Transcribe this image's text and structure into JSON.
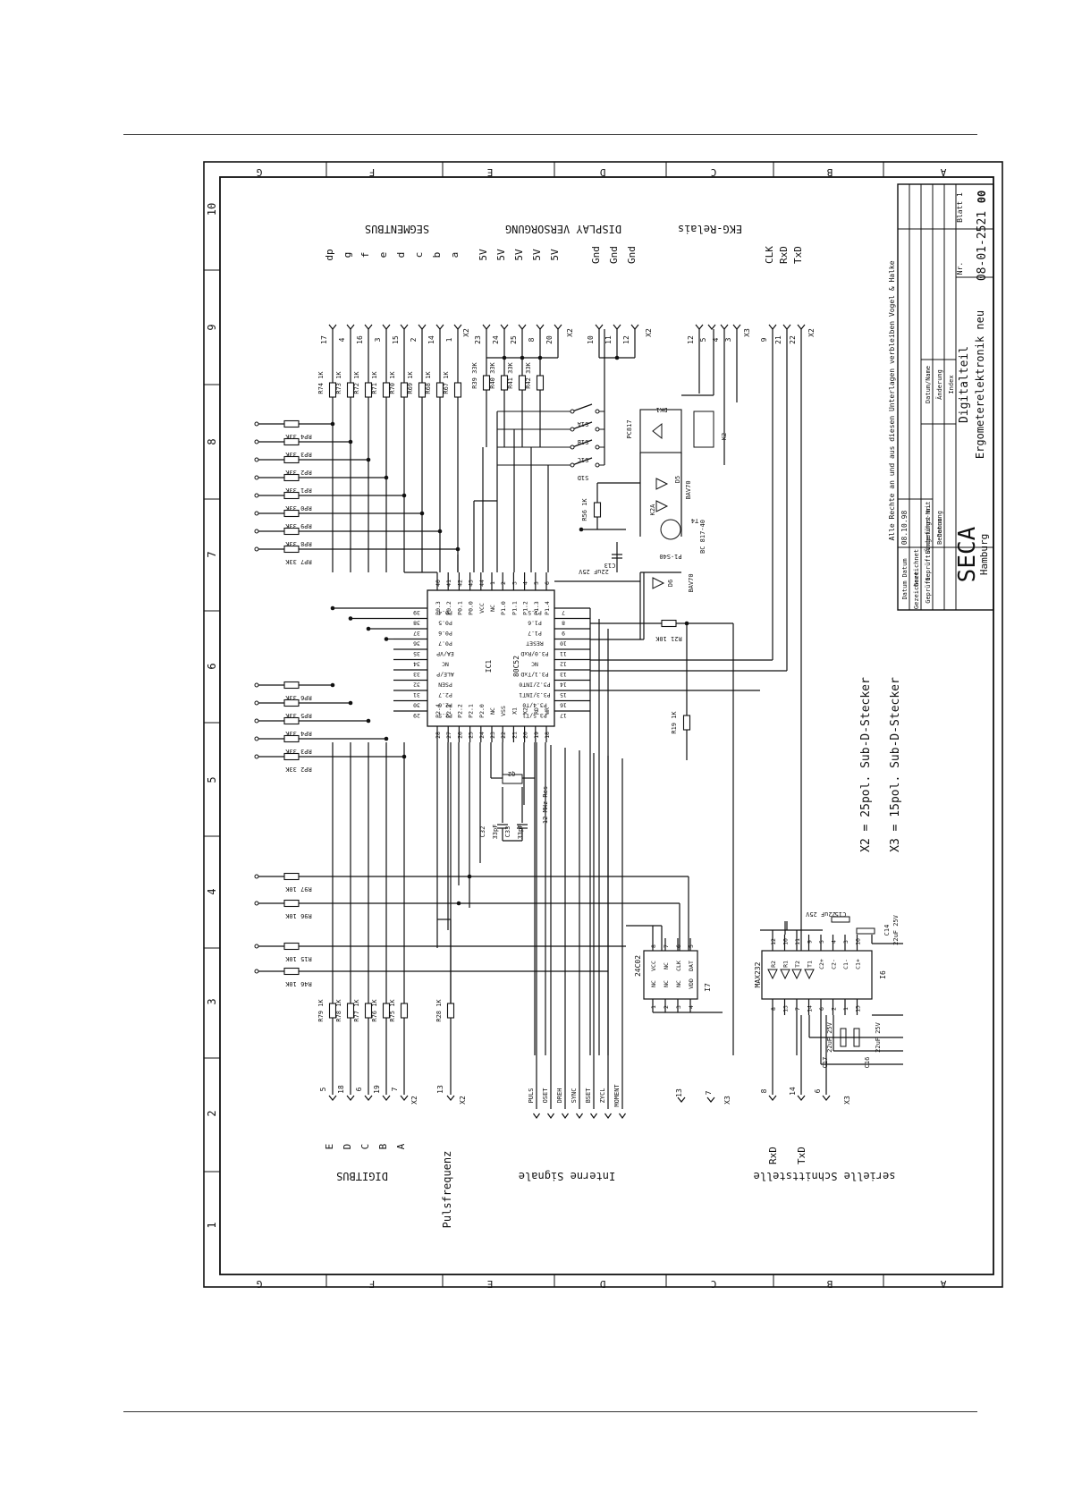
{
  "title_block": {
    "rights_notice": "Alle Rechte an und aus diesen Unterlagen verbleiben Vogel & Halke",
    "company": "SECA",
    "city": "Hamburg",
    "drawing_title": "Digitalteil",
    "drawing_subtitle": "Ergometerelektronik neu",
    "drawing_number": "08-01-2521",
    "drawing_number_suffix": "00",
    "nr_label": "Nr.",
    "sheet": "Blatt 1",
    "date_value": "08.10.98",
    "row_labels": [
      "Datum",
      "Gezeichnet",
      "Geprüft",
      "Datum",
      "Gezeichnet",
      "Geprüft"
    ],
    "change_labels": [
      "Eingeführt mit",
      "Änderungs-Nr.",
      "Datum",
      "Benennung"
    ],
    "revision_labels": [
      "Datum/Name",
      "Änderung",
      "Index"
    ]
  },
  "grid": {
    "columns": [
      "G",
      "F",
      "E",
      "D",
      "C",
      "B",
      "A"
    ],
    "rows": [
      "10",
      "9",
      "8",
      "7",
      "6",
      "5",
      "4",
      "3",
      "2",
      "1"
    ]
  },
  "group_labels": {
    "segmentbus": "SEGMENTBUS",
    "display": "DISPLAY VERSORGUNG",
    "ekg": "EKG-Relais",
    "digitbus": "DIGITBUS",
    "pulsfrequenz": "Pulsfrequenz",
    "interne_signale": "Interne Signale",
    "serielle": "serielle Schnittstelle"
  },
  "top_signals": [
    "dp",
    "g",
    "f",
    "e",
    "d",
    "c",
    "b",
    "a",
    "5V",
    "5V",
    "5V",
    "5V",
    "5V",
    "Gnd",
    "Gnd",
    "Gnd",
    "CLK",
    "RxD",
    "TxD"
  ],
  "top_pins": [
    "17",
    "4",
    "16",
    "3",
    "15",
    "2",
    "14",
    "1",
    "23",
    "24",
    "25",
    "8",
    "20",
    "10",
    "11",
    "12",
    "12",
    "5",
    "4",
    "3",
    "9",
    "21",
    "22"
  ],
  "top_connectors": [
    "X2",
    "X2",
    "X2",
    "X3",
    "X2"
  ],
  "segment_resistors": [
    "R74 1K",
    "R73 1K",
    "R72 1K",
    "R71 1K",
    "R70 1K",
    "R69 1K",
    "R68 1K",
    "R67 1K"
  ],
  "display_resistors": [
    "R39 33K",
    "R40 33K",
    "R41 33K",
    "R42 33K"
  ],
  "pullups_upper": [
    "RP4 33K",
    "RP3 33K",
    "RP2 33K",
    "RP1 33K",
    "RP0 33K",
    "RP9 33K",
    "RP8 33K",
    "RP7 33K"
  ],
  "pullups_lower": [
    "RP6 33K",
    "RP5 33K",
    "RP4 33K",
    "RP3 33K",
    "RP2 33K"
  ],
  "pullups_10k": [
    "R97 10K",
    "R96 10K",
    "R15 10K",
    "R46 10K"
  ],
  "switches": [
    "S1A",
    "S1B",
    "S1C",
    "S1D"
  ],
  "ekg_parts": [
    "PC817",
    "DK1",
    "K2",
    "D5",
    "BAV70",
    "R56 1K",
    "K2A",
    "P1-S40",
    "T4",
    "BC 817-40",
    "C13",
    "22uF 25V",
    "D6",
    "BAV70",
    "R21 10K",
    "R19 1K"
  ],
  "mcu": {
    "name": "80C52",
    "ref": "IC1",
    "left_pins": [
      "P0.3",
      "P0.2",
      "P0.1",
      "P0.0",
      "VCC",
      "NC",
      "P1.0",
      "P1.1",
      "P1.2",
      "P1.3",
      "P1.4"
    ],
    "left_nums": [
      "40",
      "41",
      "42",
      "43",
      "44",
      "1",
      "2",
      "3",
      "4",
      "5",
      "6"
    ],
    "top_pins": [
      "P0.4",
      "P0.5",
      "P0.6",
      "P0.7",
      "EA/VP",
      "NC",
      "ALE/P",
      "PSEN",
      "P2.7",
      "P2.6",
      "P2.5"
    ],
    "top_nums": [
      "39",
      "38",
      "37",
      "36",
      "35",
      "34",
      "33",
      "32",
      "31",
      "30",
      "29"
    ],
    "right_pins": [
      "P1.5",
      "P1.6",
      "P1.7",
      "RESET",
      "P3.0/RxD",
      "NC",
      "P3.1/TxD",
      "P3.2/INT0",
      "P3.3/INT1",
      "P3.4/T0",
      "P3.5/T1"
    ],
    "right_nums": [
      "7",
      "8",
      "9",
      "10",
      "11",
      "12",
      "13",
      "14",
      "15",
      "16",
      "17"
    ],
    "bottom_pins": [
      "P2.4",
      "P2.3",
      "P2.2",
      "P2.1",
      "P2.0",
      "NC",
      "VSS",
      "X1",
      "X2",
      "RD",
      "WR"
    ],
    "bottom_nums": [
      "28",
      "27",
      "26",
      "25",
      "24",
      "23",
      "22",
      "21",
      "20",
      "19",
      "18"
    ]
  },
  "crystal": {
    "ref": "Q2",
    "value": "12 MHz Res",
    "caps": [
      "C32",
      "33pF",
      "C33",
      "33pF"
    ]
  },
  "eeprom": {
    "name": "24C02",
    "ref": "I7",
    "pins": [
      "VCC",
      "NC",
      "CLK",
      "DAT",
      "NC",
      "NC",
      "NC",
      "VDD"
    ],
    "nums": [
      "8",
      "7",
      "6",
      "5",
      "1",
      "2",
      "3",
      "4"
    ]
  },
  "max232": {
    "name": "MAX232",
    "ref": "I6",
    "caps": [
      "C15",
      "22uF 25V",
      "C14",
      "22uF 25V",
      "C17",
      "22uF 25V",
      "C16",
      "22uF 25V"
    ],
    "pins_top": [
      "R2",
      "R1",
      "T2",
      "T1",
      "C2+",
      "C2-",
      "C1-",
      "C1+"
    ],
    "nums_top": [
      "12",
      "10",
      "11",
      "9",
      "5",
      "4",
      "3",
      "16"
    ],
    "nums_bottom": [
      "8",
      "13",
      "7",
      "14",
      "6",
      "2",
      "1",
      "15"
    ]
  },
  "bottom_resistors": [
    "R79 1K",
    "R78 1K",
    "R77 1K",
    "R76 1K",
    "R75 1K",
    "R28 1K"
  ],
  "digitbus_letters": [
    "E",
    "D",
    "C",
    "B",
    "A"
  ],
  "digitbus_pins": [
    "5",
    "18",
    "6",
    "19",
    "7"
  ],
  "puls_pin": "13",
  "internal_signals": [
    "PULS",
    "OSET",
    "DREH",
    "SYNC",
    "BSET",
    "ZYCL",
    "MOMENT"
  ],
  "ext_pins": [
    "13",
    "7"
  ],
  "serial_labels": [
    "RxD",
    "TxD"
  ],
  "serial_pins": [
    "8",
    "14",
    "6"
  ],
  "connector_notes": [
    "X2 = 25pol. Sub-D-Stecker",
    "X3 = 15pol. Sub-D-Stecker"
  ],
  "bottom_connectors": [
    "X2",
    "X2",
    "X3",
    "X3"
  ]
}
